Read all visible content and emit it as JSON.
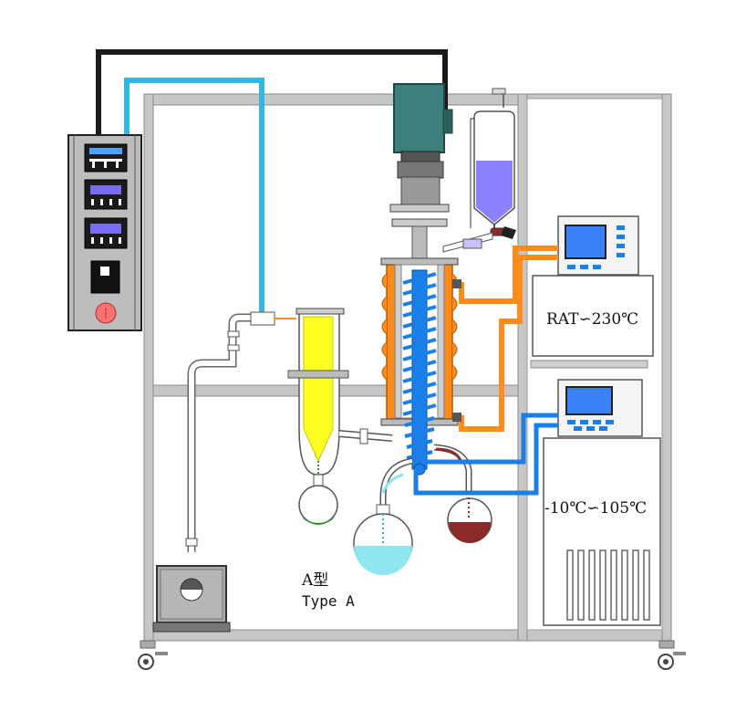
{
  "labels": {
    "heater_range": "RAT∽230℃",
    "chiller_range": "-10℃∽105℃",
    "model_cn": "A型",
    "model_en": "Type A"
  },
  "colors": {
    "frame": "#b4b4b4",
    "cabinet": "#bdbdbd",
    "hot_pipe": "#ff8c1a",
    "cold_pipe": "#1a7fe8",
    "cyan_pipe": "#33b5e5",
    "motor": "#3d7f7a",
    "feed_liquid": "#8b80ff",
    "residue": "#ffff22",
    "heavy_fraction": "#8b2a2a",
    "light_fraction": "#8fe6f0",
    "screen": "#3b82f6"
  }
}
